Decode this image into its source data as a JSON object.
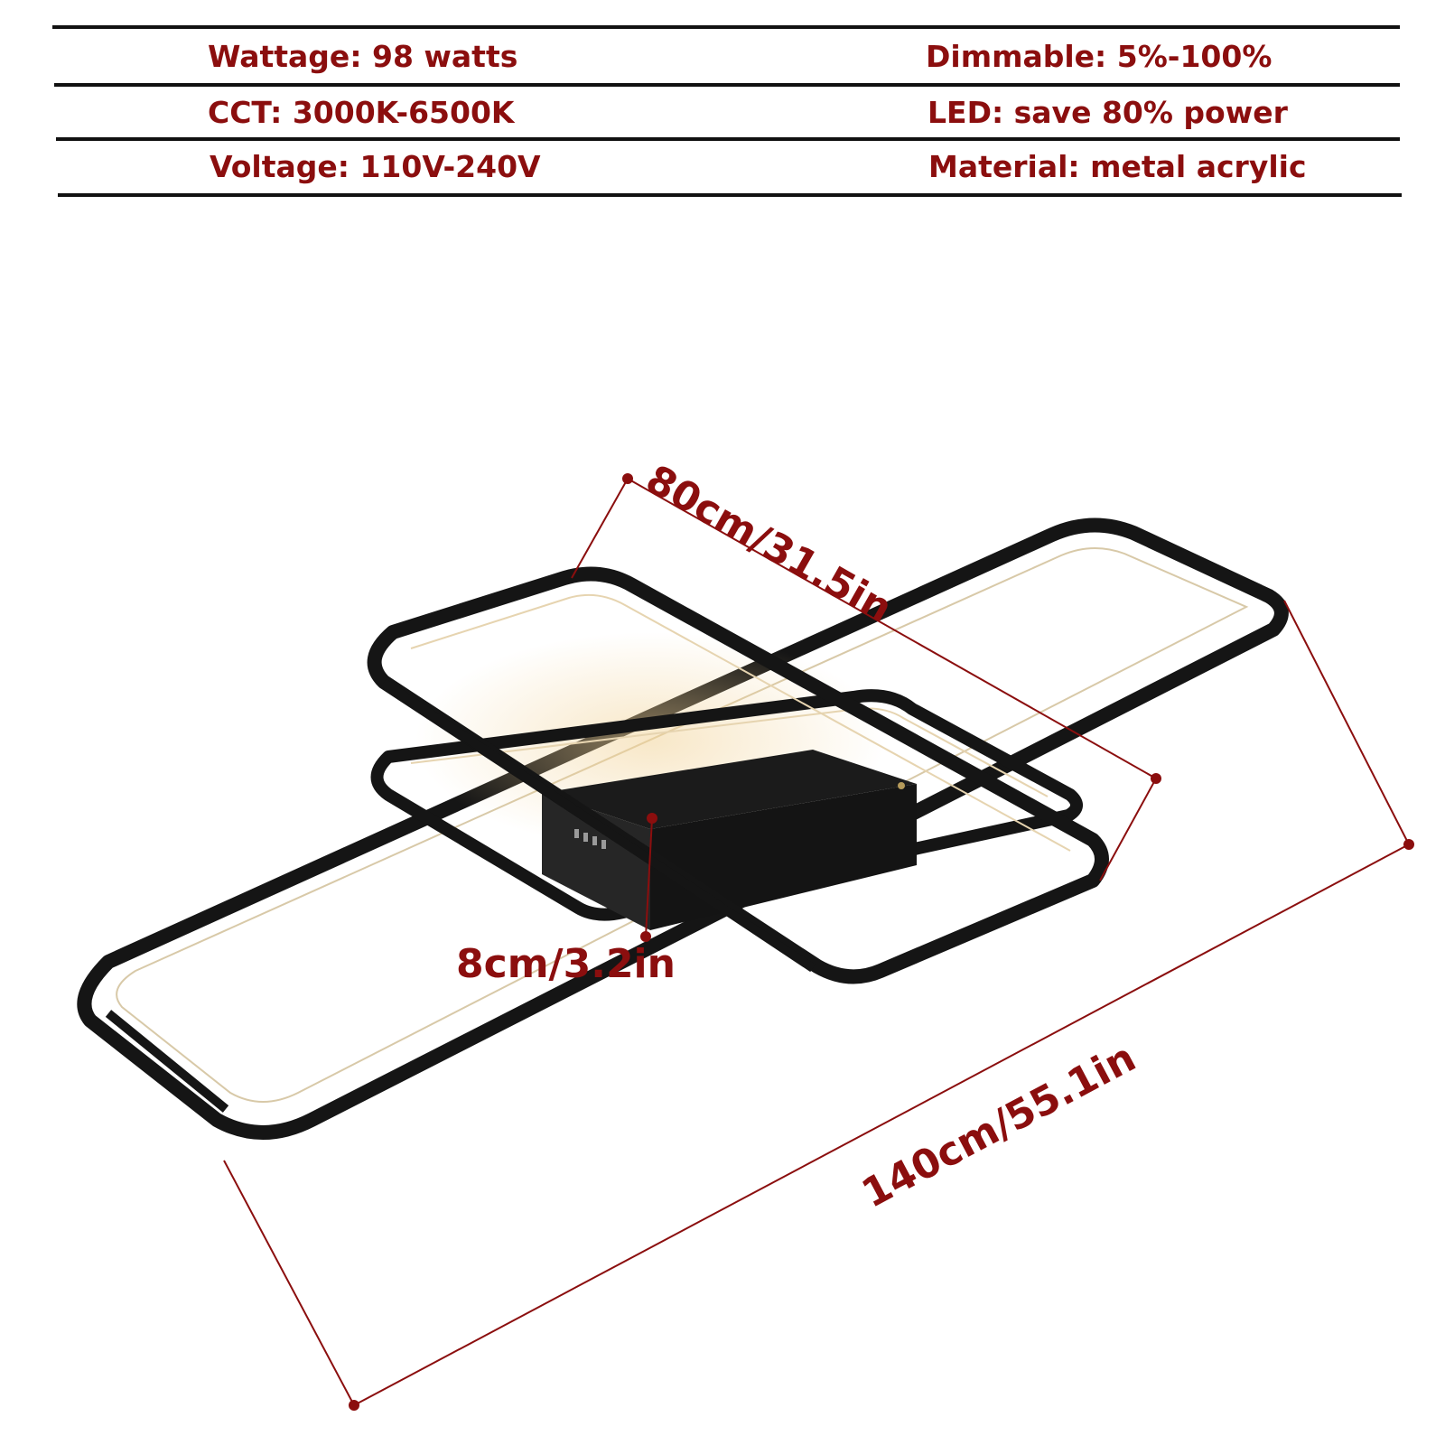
{
  "specs": {
    "rows": [
      {
        "left": "Wattage: 98 watts",
        "right": "Dimmable: 5%-100%"
      },
      {
        "left": "CCT: 3000K-6500K",
        "right": "LED: save 80% power"
      },
      {
        "left": "Voltage: 110V-240V",
        "right": "Material: metal acrylic"
      }
    ]
  },
  "dimensions": {
    "width": "80cm/31.5in",
    "length": "140cm/55.1in",
    "height": "8cm/3.2in"
  },
  "colors": {
    "text": "#8b0e0e",
    "frame": "#151515",
    "rule": "#111111"
  }
}
